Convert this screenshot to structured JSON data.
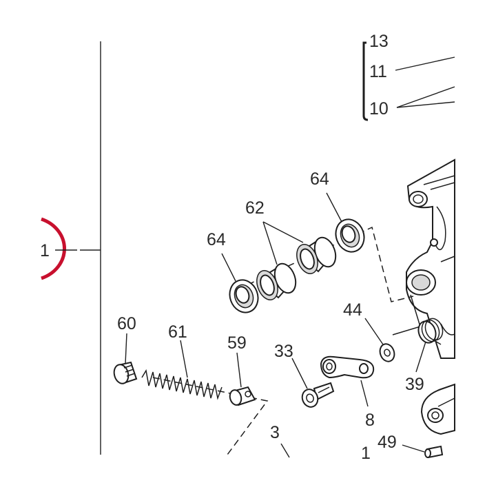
{
  "labels": {
    "ref_1": "1",
    "ref_3": "3",
    "ref_8": "8",
    "ref_10": "10",
    "ref_11": "11",
    "ref_13_partial": "13",
    "ref_33": "33",
    "ref_39": "39",
    "ref_44": "44",
    "ref_49": "49",
    "ref_59": "59",
    "ref_60": "60",
    "ref_61": "61",
    "ref_62": "62",
    "ref_64_left": "64",
    "ref_64_right": "64",
    "ref_partial_bottom": "1"
  },
  "colors": {
    "accent_bracket": "#c8102e",
    "line": "#1e1e1e",
    "text": "#2a2a2a"
  }
}
